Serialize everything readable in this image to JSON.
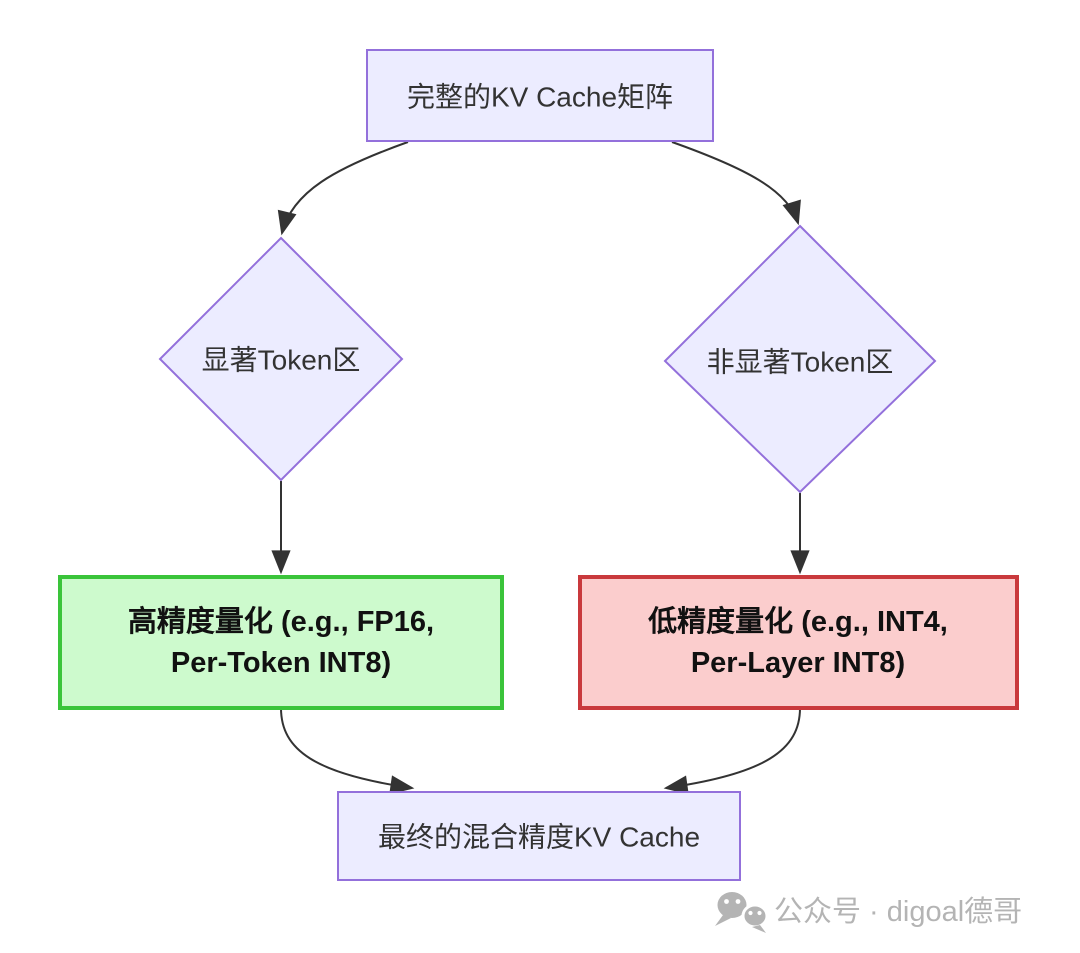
{
  "colors": {
    "background": "#FFFFFF",
    "node_fill": "#ECECFF",
    "node_border": "#9370DB",
    "high_precision_fill": "#CDFACD",
    "high_precision_border": "#3AC43A",
    "low_precision_fill": "#FBCDCD",
    "low_precision_border": "#C9393C",
    "edge": "#333333",
    "node_text": "#333333",
    "emphasis_text": "#111111",
    "watermark": "#B4B4B4"
  },
  "nodes": {
    "root": {
      "label": "完整的KV Cache矩阵"
    },
    "salient": {
      "label": "显著Token区"
    },
    "non_salient": {
      "label": "非显著Token区"
    },
    "high_precision": {
      "line1": "高精度量化 (e.g., FP16,",
      "line2": "Per-Token INT8)"
    },
    "low_precision": {
      "line1": "低精度量化 (e.g., INT4,",
      "line2": "Per-Layer INT8)"
    },
    "final": {
      "label": "最终的混合精度KV Cache"
    }
  },
  "edges": [
    {
      "from": "root",
      "to": "salient"
    },
    {
      "from": "root",
      "to": "non_salient"
    },
    {
      "from": "salient",
      "to": "high_precision"
    },
    {
      "from": "non_salient",
      "to": "low_precision"
    },
    {
      "from": "high_precision",
      "to": "final"
    },
    {
      "from": "low_precision",
      "to": "final"
    }
  ],
  "watermark": {
    "icon": "wechat-icon",
    "text": "公众号 · digoal德哥"
  }
}
